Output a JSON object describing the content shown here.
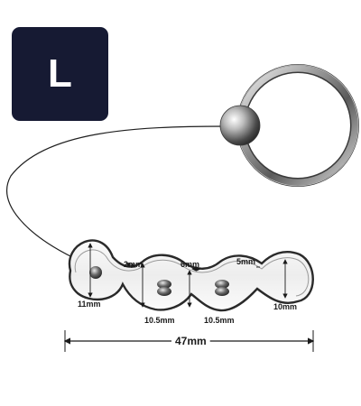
{
  "badge": {
    "letter": "L",
    "background": "#161a33"
  },
  "dimensions": {
    "width_2mm": "2mm",
    "width_6mm": "6mm",
    "width_5mm": "5mm",
    "height_11mm": "11mm",
    "height_10_5mm_a": "10.5mm",
    "height_10_5mm_b": "10.5mm",
    "height_10mm": "10mm",
    "total_length": "47mm"
  }
}
